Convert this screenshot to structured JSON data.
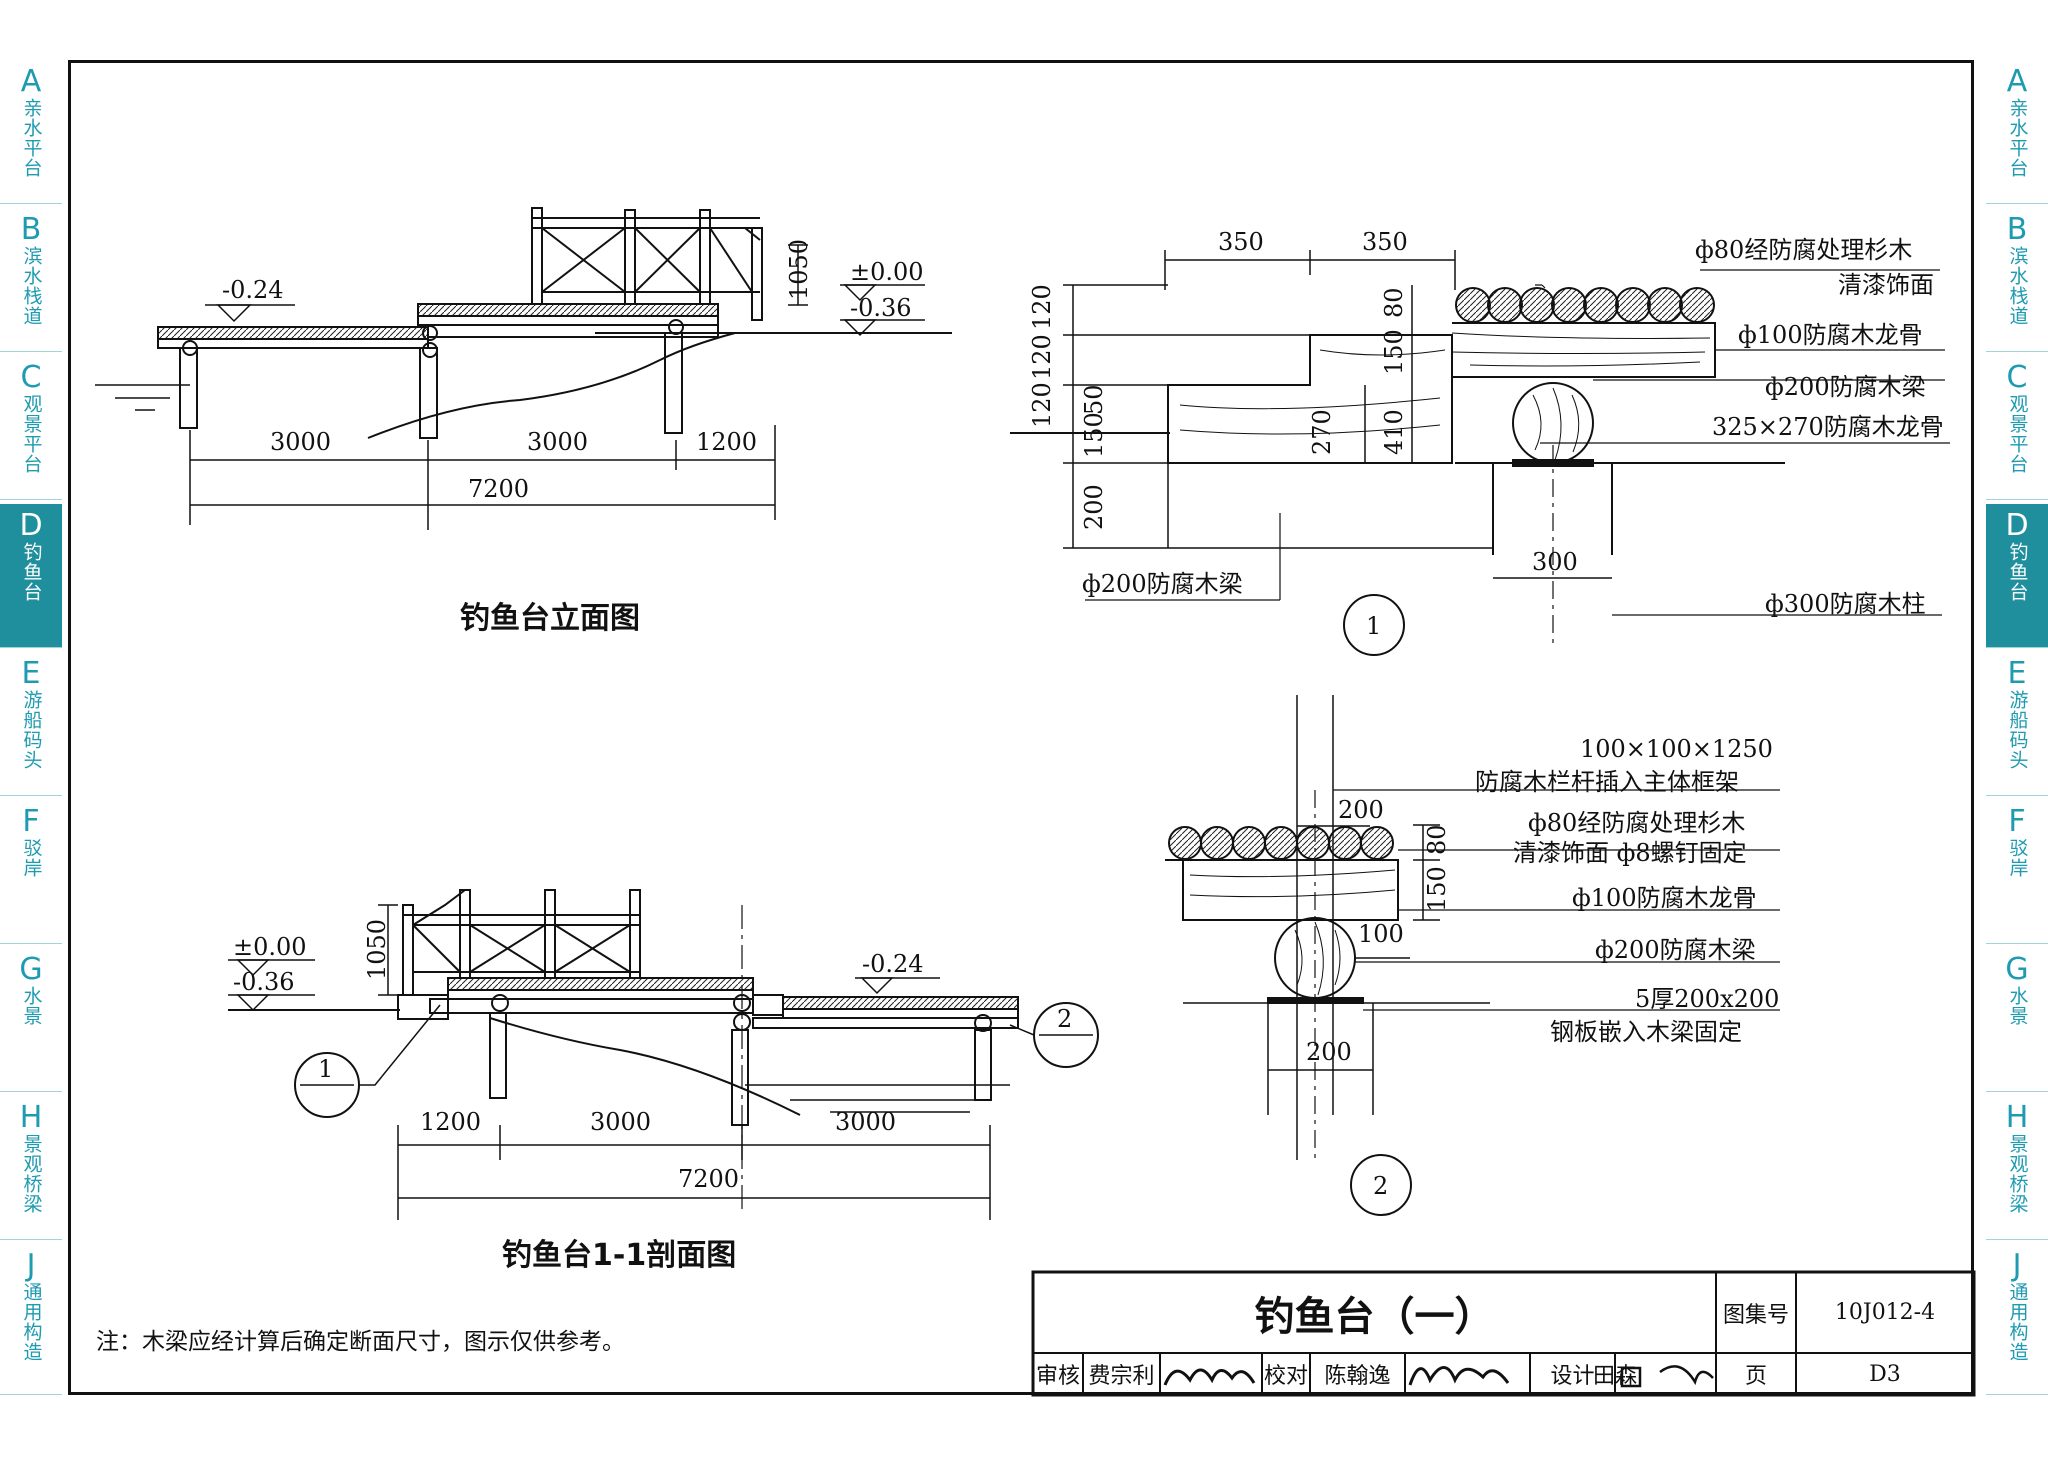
{
  "side_tabs": [
    {
      "letter": "A",
      "word": "亲水平台",
      "active": false
    },
    {
      "letter": "B",
      "word": "滨水栈道",
      "active": false
    },
    {
      "letter": "C",
      "word": "观景平台",
      "active": false
    },
    {
      "letter": "D",
      "word": "钓鱼台",
      "active": true
    },
    {
      "letter": "E",
      "word": "游船码头",
      "active": false
    },
    {
      "letter": "F",
      "word": "驳岸",
      "active": false
    },
    {
      "letter": "G",
      "word": "水景",
      "active": false
    },
    {
      "letter": "H",
      "word": "景观桥梁",
      "active": false
    },
    {
      "letter": "J",
      "word": "通用构造",
      "active": false
    }
  ],
  "elevation": {
    "title": "钓鱼台立面图",
    "dims": [
      "3000",
      "3000",
      "1200",
      "7200",
      "1050"
    ],
    "levels": [
      "-0.24",
      "±0.00",
      "-0.36"
    ]
  },
  "section": {
    "title": "钓鱼台1-1剖面图",
    "dims": [
      "1200",
      "3000",
      "3000",
      "7200",
      "1050"
    ],
    "levels": [
      "±0.00",
      "-0.36",
      "-0.24"
    ],
    "callouts": [
      "1",
      "2"
    ]
  },
  "detail1": {
    "number": "1",
    "dims": [
      "350",
      "350",
      "120",
      "120",
      "120",
      "50",
      "150",
      "200",
      "80",
      "150",
      "270",
      "410",
      "300"
    ],
    "labels": [
      "ф80经防腐处理杉木",
      "清漆饰面",
      "ф100防腐木龙骨",
      "ф200防腐木梁",
      "325×270防腐木龙骨",
      "ф200防腐木梁",
      "ф300防腐木柱"
    ]
  },
  "detail2": {
    "number": "2",
    "dims": [
      "200",
      "80",
      "150",
      "100",
      "200"
    ],
    "labels": [
      "100×100×1250",
      "防腐木栏杆插入主体框架",
      "ф80经防腐处理杉木",
      "清漆饰面 ф8螺钉固定",
      "ф100防腐木龙骨",
      "ф200防腐木梁",
      "5厚200x200",
      "钢板嵌入木梁固定"
    ]
  },
  "note": "注：木梁应经计算后确定断面尺寸，图示仅供参考。",
  "title_block": {
    "drawing_title": "钓鱼台（一）",
    "atlas_label": "图集号",
    "atlas_no": "10J012-4",
    "review_label": "审核",
    "reviewer": "费宗利",
    "check_label": "校对",
    "checker": "陈翰逸",
    "design_label": "设计",
    "designer": "田森",
    "page_label": "页",
    "page_no": "D3"
  }
}
